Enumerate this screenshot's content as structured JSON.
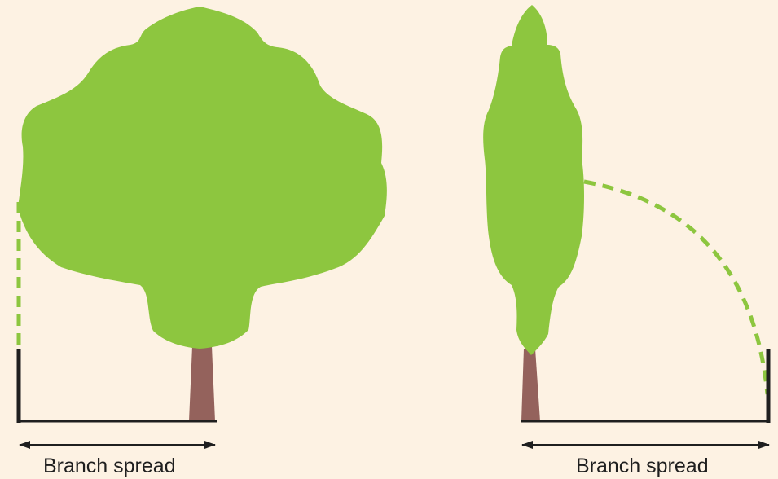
{
  "colors": {
    "background": "#fdf2e3",
    "foliage": "#8dc63f",
    "trunk": "#94625c",
    "line": "#1f1f1f",
    "dashed_guide": "#8dc63f"
  },
  "diagrams": [
    {
      "tree": "round-crown-tree",
      "label": "Branch spread"
    },
    {
      "tree": "columnar-tree",
      "label": "Branch spread"
    }
  ]
}
